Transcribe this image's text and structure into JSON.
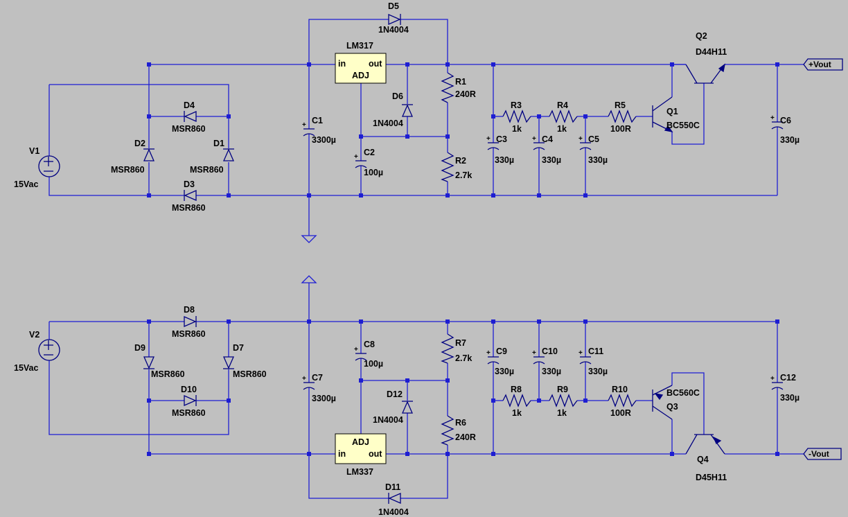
{
  "labels": {
    "V1": "V1",
    "V1v": "15Vac",
    "V2": "V2",
    "V2v": "15Vac",
    "D1": "D1",
    "D1v": "MSR860",
    "D2": "D2",
    "D2v": "MSR860",
    "D3": "D3",
    "D3v": "MSR860",
    "D4": "D4",
    "D4v": "MSR860",
    "D5": "D5",
    "D5v": "1N4004",
    "D6": "D6",
    "D6v": "1N4004",
    "D7": "D7",
    "D7v": "MSR860",
    "D8": "D8",
    "D8v": "MSR860",
    "D9": "D9",
    "D9v": "MSR860",
    "D10": "D10",
    "D10v": "MSR860",
    "D11": "D11",
    "D11v": "1N4004",
    "D12": "D12",
    "D12v": "1N4004",
    "C1": "C1",
    "C1v": "3300µ",
    "C2": "C2",
    "C2v": "100µ",
    "C3": "C3",
    "C3v": "330µ",
    "C4": "C4",
    "C4v": "330µ",
    "C5": "C5",
    "C5v": "330µ",
    "C6": "C6",
    "C6v": "330µ",
    "C7": "C7",
    "C7v": "3300µ",
    "C8": "C8",
    "C8v": "100µ",
    "C9": "C9",
    "C9v": "330µ",
    "C10": "C10",
    "C10v": "330µ",
    "C11": "C11",
    "C11v": "330µ",
    "C12": "C12",
    "C12v": "330µ",
    "R1": "R1",
    "R1v": "240R",
    "R2": "R2",
    "R2v": "2.7k",
    "R3": "R3",
    "R3v": "1k",
    "R4": "R4",
    "R4v": "1k",
    "R5": "R5",
    "R5v": "100R",
    "R6": "R6",
    "R6v": "240R",
    "R7": "R7",
    "R7v": "2.7k",
    "R8": "R8",
    "R8v": "1k",
    "R9": "R9",
    "R9v": "1k",
    "R10": "R10",
    "R10v": "100R",
    "Q1": "Q1",
    "Q1v": "BC550C",
    "Q2": "Q2",
    "Q2v": "D44H11",
    "Q3": "Q3",
    "Q3v": "BC560C",
    "Q4": "Q4",
    "Q4v": "D45H11",
    "U1": "LM317",
    "U1in": "in",
    "U1out": "out",
    "U1adj": "ADJ",
    "U2": "LM337",
    "U2in": "in",
    "U2out": "out",
    "U2adj": "ADJ",
    "plus": "+",
    "vout_pos": "+Vout",
    "vout_neg": "-Vout"
  },
  "colors": {
    "background": "#c0c0c0",
    "wire": "#1e1ed2",
    "component": "#000080",
    "ic_fill": "#ffffc8"
  }
}
